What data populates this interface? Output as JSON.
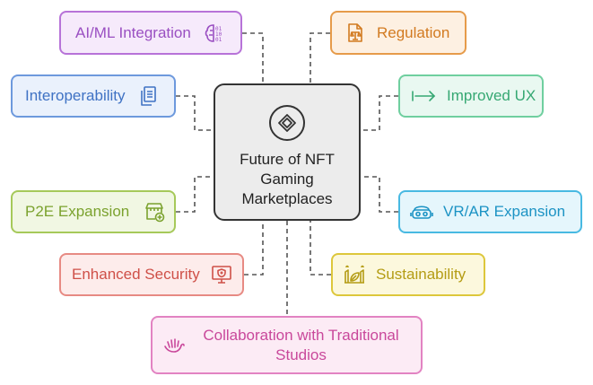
{
  "center": {
    "title": "Future of NFT Gaming Marketplaces",
    "icon": "diamond-hub-icon"
  },
  "nodes": {
    "ai_ml": {
      "label": "AI/ML Integration",
      "icon": "brain-binary-icon",
      "color": "#b773d8"
    },
    "regulation": {
      "label": "Regulation",
      "icon": "document-scale-icon",
      "color": "#e69b4a"
    },
    "interoperability": {
      "label": "Interoperability",
      "icon": "documents-icon",
      "color": "#6d99dd"
    },
    "improved_ux": {
      "label": "Improved UX",
      "icon": "arrow-right-icon",
      "color": "#6fcf9f"
    },
    "p2e": {
      "label": "P2E Expansion",
      "icon": "shop-plus-icon",
      "color": "#a6c95a"
    },
    "vr_ar": {
      "label": "VR/AR Expansion",
      "icon": "vr-headset-icon",
      "color": "#48b9e2"
    },
    "security": {
      "label": "Enhanced Security",
      "icon": "monitor-shield-icon",
      "color": "#e78a83"
    },
    "sustainability": {
      "label": "Sustainability",
      "icon": "eco-factory-icon",
      "color": "#ddc73b"
    },
    "collaboration": {
      "label": "Collaboration with Traditional Studios",
      "line1": "Collaboration with Traditional",
      "line2": "Studios",
      "icon": "handshake-icon",
      "color": "#e283c2"
    }
  }
}
